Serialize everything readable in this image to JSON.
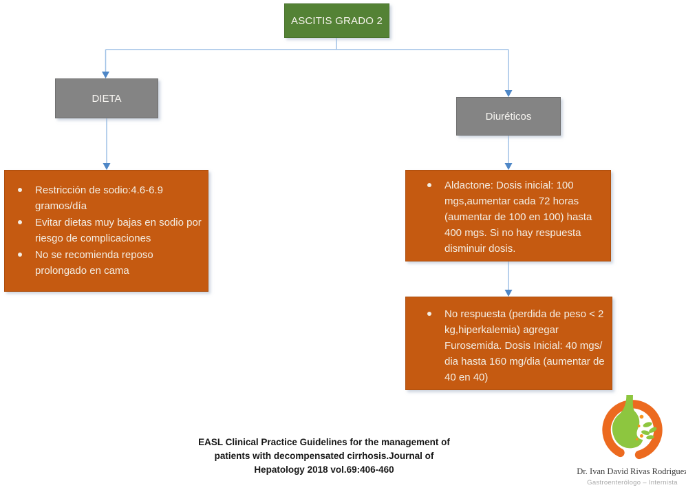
{
  "nodes": {
    "root": {
      "label": "ASCITIS GRADO 2",
      "fill": "#548235"
    },
    "dieta": {
      "label": "DIETA",
      "fill": "#848484"
    },
    "diureticos": {
      "label": "Diuréticos",
      "fill": "#848484"
    },
    "dieta_detail": {
      "fill": "#c55a11",
      "bullets": [
        "Restricción de sodio:4.6-6.9 gramos/día",
        "Evitar dietas muy bajas en sodio por riesgo de complicaciones",
        "No se recomienda reposo prolongado en cama"
      ]
    },
    "aldactone": {
      "fill": "#c55a11",
      "bullets": [
        "Aldactone: Dosis inicial: 100 mgs,aumentar cada 72 horas (aumentar de 100 en 100) hasta 400 mgs. Si no hay respuesta disminuir dosis."
      ]
    },
    "furosemida": {
      "fill": "#c55a11",
      "bullets": [
        "No respuesta (perdida de peso < 2 kg,hiperkalemia) agregar Furosemida. Dosis Inicial: 40 mgs/ dia hasta 160 mg/dia (aumentar de 40 en 40)"
      ]
    }
  },
  "connectors": {
    "line_color": "#9fc1e6",
    "arrow_color": "#4e87c7"
  },
  "citation": {
    "lines": [
      "EASL Clinical Practice Guidelines for the management of",
      "patients with decompensated cirrhosis.Journal of",
      "Hepatology 2018 vol.69:406-460"
    ]
  },
  "footer_logo": {
    "doctor_name": "Dr. Ivan David Rivas Rodriguez",
    "specialty": "Gastroenterólogo – Internista",
    "icon": "stomach-logo-icon",
    "orange": "#ec6a1f",
    "green": "#8dc63f"
  }
}
